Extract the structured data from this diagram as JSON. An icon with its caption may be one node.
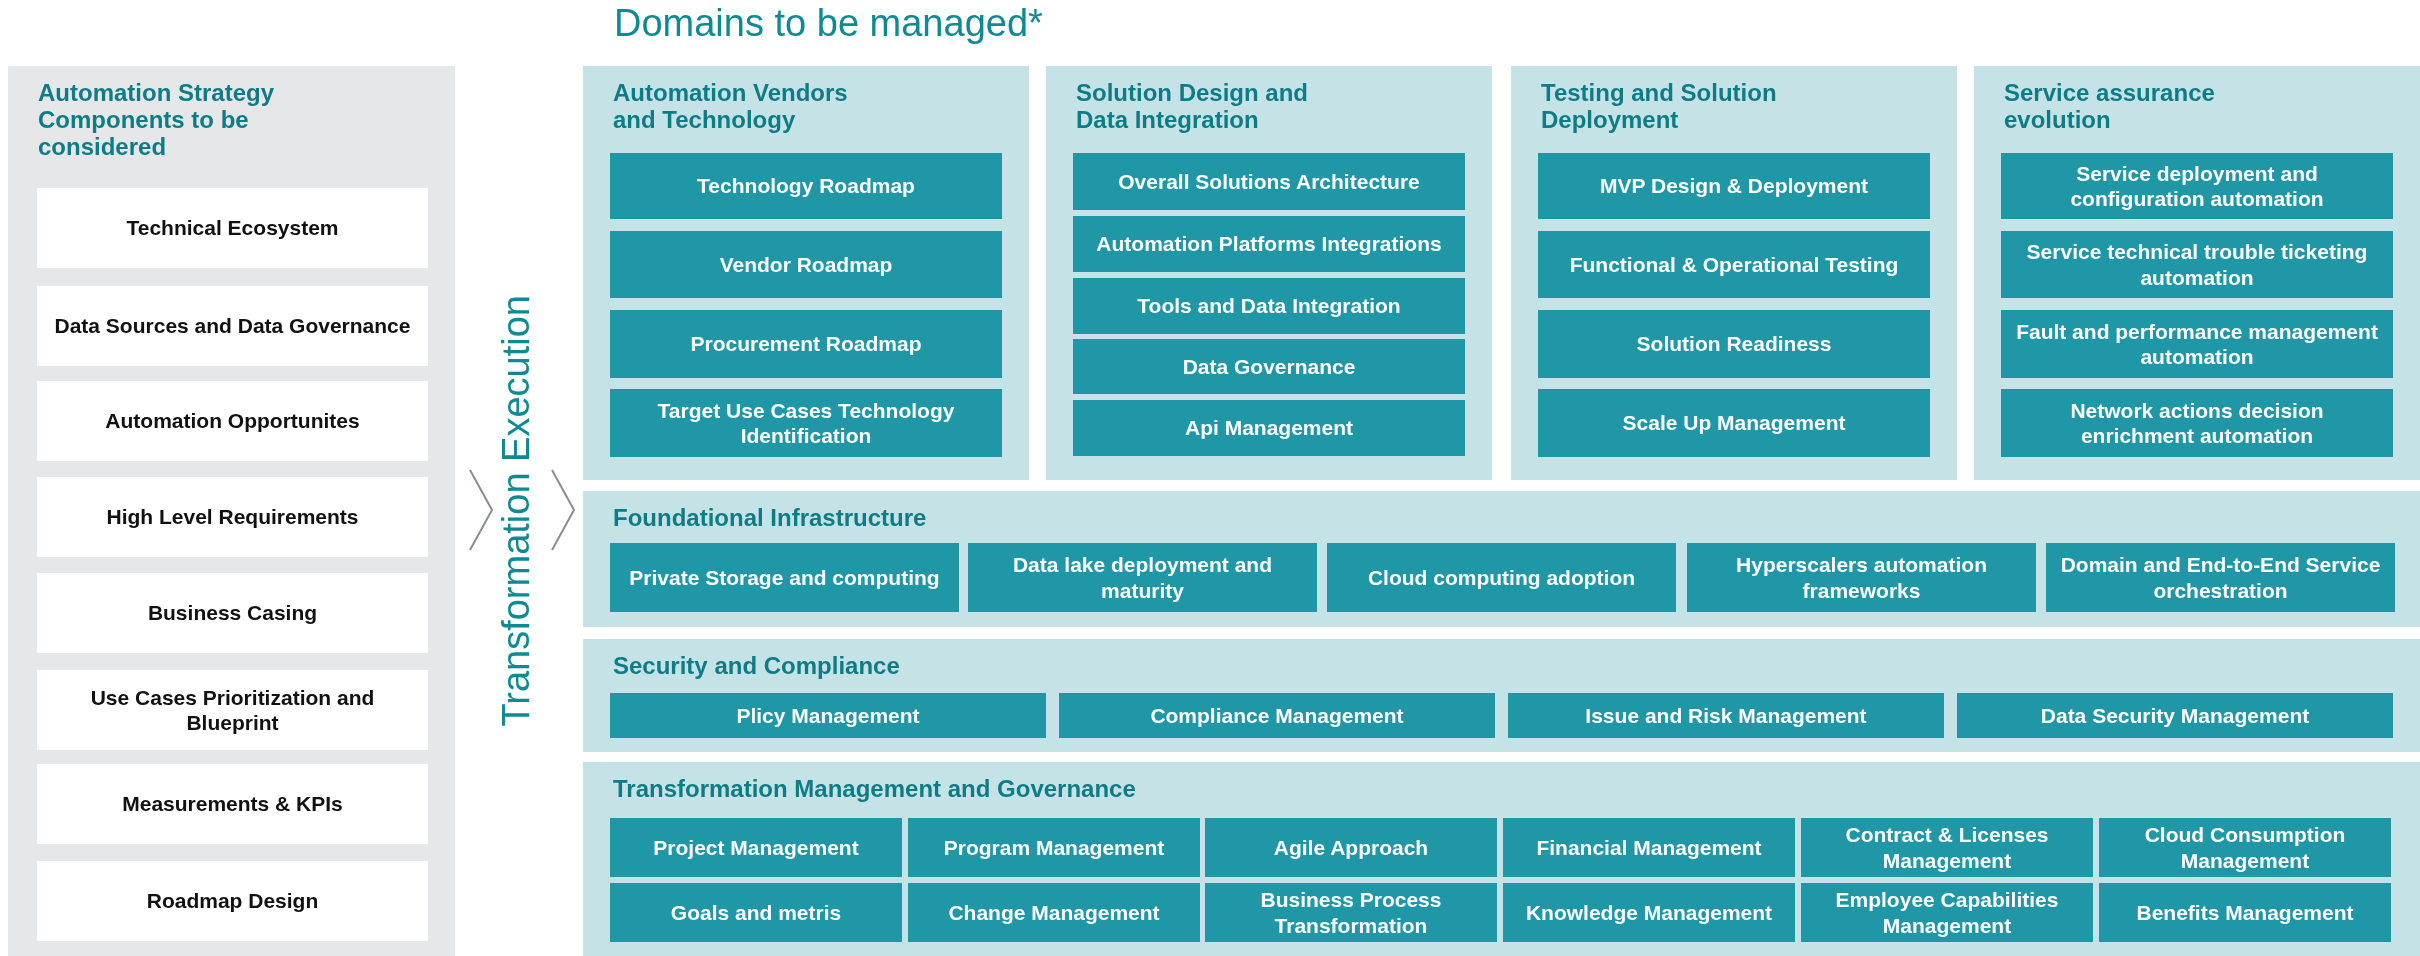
{
  "diagram": {
    "nodes": [
      {
        "text": [
          "Automation Strategy Components to be considered"
        ]
      },
      {
        "text": [
          "Technical Ecosystem"
        ],
        "in": 0
      },
      {
        "text": [
          "Data Sources and Data Governance"
        ],
        "in": 0
      },
      {
        "text": [
          "Automation Opportunites"
        ],
        "in": 0
      },
      {
        "text": [
          "High Level Requirements"
        ],
        "in": 0
      },
      {
        "text": [
          "Business Casing"
        ],
        "in": 0
      },
      {
        "text": [
          "Use Cases Prioritization and Blueprint"
        ],
        "in": 0
      },
      {
        "text": [
          "Measurements & KPIs"
        ],
        "in": 0
      },
      {
        "text": [
          "Roadmap Design"
        ],
        "in": 0
      },
      {
        "text": [
          "Automation Vendors and Technology"
        ]
      },
      {
        "text": [
          "Technology Roadmap"
        ],
        "in": 9
      },
      {
        "text": [
          "Vendor Roadmap"
        ],
        "in": 9
      },
      {
        "text": [
          "Procurement Roadmap"
        ],
        "in": 9
      },
      {
        "text": [
          "Target Use Cases Technology Identification"
        ],
        "in": 9
      },
      {
        "text": [
          "Solution Design and Data Integration"
        ]
      },
      {
        "text": [
          "Overall Solutions Architecture"
        ],
        "in": 14
      },
      {
        "text": [
          "Automation Platforms Integrations"
        ],
        "in": 14
      },
      {
        "text": [
          "Tools and Data Integration"
        ],
        "in": 14
      },
      {
        "text": [
          "Data Governance"
        ],
        "in": 14
      },
      {
        "text": [
          "Api Management"
        ],
        "in": 14
      },
      {
        "text": [
          "Testing and Solution Deployment"
        ]
      },
      {
        "text": [
          "MVP Design & Deployment"
        ],
        "in": 20
      },
      {
        "text": [
          "Functional & Operational Testing"
        ],
        "in": 20
      },
      {
        "text": [
          "Solution Readiness"
        ],
        "in": 20
      },
      {
        "text": [
          "Scale Up Management"
        ],
        "in": 20
      },
      {
        "text": [
          "Service assurance evolution"
        ]
      },
      {
        "text": [
          "Service deployment and configuration automation"
        ],
        "in": 25
      },
      {
        "text": [
          "Service technical trouble ticketing automation"
        ],
        "in": 25
      },
      {
        "text": [
          "Fault and performance management automation"
        ],
        "in": 25
      },
      {
        "text": [
          "Network actions decision enrichment automation"
        ],
        "in": 25
      },
      {
        "text": [
          "Foundational Infrastructure"
        ]
      },
      {
        "text": [
          "Private Storage and computing"
        ],
        "in": 30
      },
      {
        "text": [
          "Data lake deployment and maturity"
        ],
        "in": 30
      },
      {
        "text": [
          "Cloud computing adoption"
        ],
        "in": 30
      },
      {
        "text": [
          "Hyperscalers automation frameworks"
        ],
        "in": 30
      },
      {
        "text": [
          "Domain and End-to-End Service orchestration"
        ],
        "in": 30
      },
      {
        "text": [
          "Security and Compliance"
        ]
      },
      {
        "text": [
          "Plicy Management"
        ],
        "in": 36
      },
      {
        "text": [
          "Compliance Management"
        ],
        "in": 36
      },
      {
        "text": [
          "Issue and Risk Management"
        ],
        "in": 36
      },
      {
        "text": [
          "Data Security Management"
        ],
        "in": 36
      },
      {
        "text": [
          "Transformation Management and Governance"
        ]
      },
      {
        "text": [
          "Project Management"
        ],
        "in": 41
      },
      {
        "text": [
          "Program Management"
        ],
        "in": 41
      },
      {
        "text": [
          "Agile Approach"
        ],
        "in": 41
      },
      {
        "text": [
          "Financial Management"
        ],
        "in": 41
      },
      {
        "text": [
          "Contract & Licenses Management"
        ],
        "in": 41
      },
      {
        "text": [
          "Cloud Consumption Management"
        ],
        "in": 41
      },
      {
        "text": [
          "Goals and metris"
        ],
        "in": 41
      },
      {
        "text": [
          "Change Management"
        ],
        "in": 41
      },
      {
        "text": [
          "Business Process Transformation"
        ],
        "in": 41
      },
      {
        "text": [
          "Knowledge Management"
        ],
        "in": 41
      },
      {
        "text": [
          "Employee Capabilities Management"
        ],
        "in": 41
      },
      {
        "text": [
          "Benefits Management"
        ],
        "in": 41
      }
    ],
    "labels": [
      "Domains to be managed*",
      "Transformation Execution"
    ]
  }
}
